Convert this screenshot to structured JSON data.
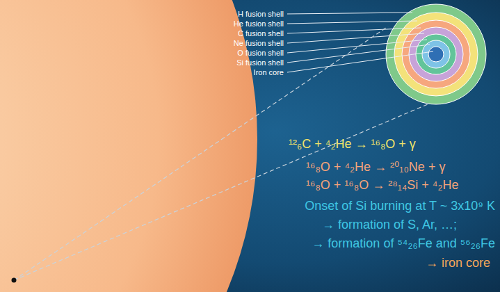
{
  "diagram": {
    "labels": [
      "H fusion shell",
      "He fusion shell",
      "C fusion shell",
      "Ne fusion shell",
      "O fusion shell",
      "Si fusion shell",
      "Iron core",
      "¹²₆C + ⁴₂He → ¹⁶₈O + γ",
      "¹⁶₈O + ⁴₂He → ²⁰₁₀Ne + γ",
      "¹⁶₈O + ¹⁶₈O → ²⁸₁₄Si + ⁴₂He",
      "Onset of Si burning at T ~ 3x10⁹ K",
      "→ formation of S, Ar, …;",
      "→ formation of ⁵⁴₂₆Fe and ⁵⁶₂₆Fe",
      "→ iron core"
    ]
  }
}
